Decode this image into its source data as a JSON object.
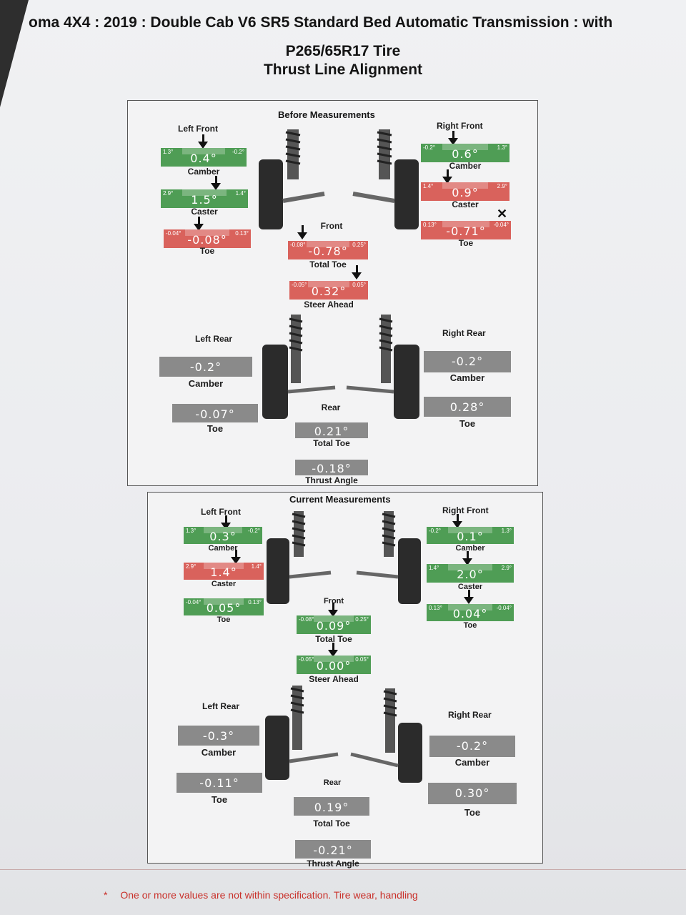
{
  "header": {
    "line1": "oma 4X4 : 2019 : Double Cab V6 SR5 Standard Bed Automatic Transmission : with",
    "line2": "P265/65R17 Tire",
    "line3": "Thrust Line Alignment"
  },
  "before": {
    "title": "Before Measurements",
    "front_label": "Front",
    "rear_label": "Rear",
    "left_front": {
      "title": "Left Front",
      "camber": {
        "label": "Camber",
        "value": "0.4°",
        "lo": "1.3°",
        "hi": "-0.2°",
        "status": "green"
      },
      "caster": {
        "label": "Caster",
        "value": "1.5°",
        "lo": "2.9°",
        "hi": "1.4°",
        "status": "green"
      },
      "toe": {
        "label": "Toe",
        "value": "-0.08°",
        "lo": "-0.04°",
        "hi": "0.13°",
        "status": "red"
      }
    },
    "right_front": {
      "title": "Right Front",
      "camber": {
        "label": "Camber",
        "value": "0.6°",
        "lo": "-0.2°",
        "hi": "1.3°",
        "status": "green"
      },
      "caster": {
        "label": "Caster",
        "value": "0.9°",
        "lo": "1.4°",
        "hi": "2.9°",
        "status": "red"
      },
      "toe": {
        "label": "Toe",
        "value": "-0.71°",
        "lo": "0.13°",
        "hi": "-0.04°",
        "status": "red"
      }
    },
    "total_toe_front": {
      "label": "Total Toe",
      "value": "-0.78°",
      "lo": "-0.08°",
      "hi": "0.25°",
      "status": "red"
    },
    "steer_ahead": {
      "label": "Steer Ahead",
      "value": "0.32°",
      "lo": "-0.05°",
      "hi": "0.05°",
      "status": "red"
    },
    "left_rear": {
      "title": "Left Rear",
      "camber": {
        "label": "Camber",
        "value": "-0.2°",
        "status": "gray"
      },
      "toe": {
        "label": "Toe",
        "value": "-0.07°",
        "status": "gray"
      }
    },
    "right_rear": {
      "title": "Right Rear",
      "camber": {
        "label": "Camber",
        "value": "-0.2°",
        "status": "gray"
      },
      "toe": {
        "label": "Toe",
        "value": "0.28°",
        "status": "gray"
      }
    },
    "total_toe_rear": {
      "label": "Total Toe",
      "value": "0.21°",
      "status": "gray"
    },
    "thrust_angle": {
      "label": "Thrust Angle",
      "value": "-0.18°",
      "status": "gray"
    }
  },
  "current": {
    "title": "Current Measurements",
    "front_label": "Front",
    "rear_label": "Rear",
    "left_front": {
      "title": "Left Front",
      "camber": {
        "label": "Camber",
        "value": "0.3°",
        "lo": "1.3°",
        "hi": "-0.2°",
        "status": "green"
      },
      "caster": {
        "label": "Caster",
        "value": "1.4°",
        "lo": "2.9°",
        "hi": "1.4°",
        "status": "red"
      },
      "toe": {
        "label": "Toe",
        "value": "0.05°",
        "lo": "-0.04°",
        "hi": "0.13°",
        "status": "green"
      }
    },
    "right_front": {
      "title": "Right Front",
      "camber": {
        "label": "Camber",
        "value": "0.1°",
        "lo": "-0.2°",
        "hi": "1.3°",
        "status": "green"
      },
      "caster": {
        "label": "Caster",
        "value": "2.0°",
        "lo": "1.4°",
        "hi": "2.9°",
        "status": "green"
      },
      "toe": {
        "label": "Toe",
        "value": "0.04°",
        "lo": "0.13°",
        "hi": "-0.04°",
        "status": "green"
      }
    },
    "total_toe_front": {
      "label": "Total Toe",
      "value": "0.09°",
      "lo": "-0.08°",
      "hi": "0.25°",
      "status": "green"
    },
    "steer_ahead": {
      "label": "Steer Ahead",
      "value": "0.00°",
      "lo": "-0.05°",
      "hi": "0.05°",
      "status": "green"
    },
    "left_rear": {
      "title": "Left Rear",
      "camber": {
        "label": "Camber",
        "value": "-0.3°",
        "status": "gray"
      },
      "toe": {
        "label": "Toe",
        "value": "-0.11°",
        "status": "gray"
      }
    },
    "right_rear": {
      "title": "Right Rear",
      "camber": {
        "label": "Camber",
        "value": "-0.2°",
        "status": "gray"
      },
      "toe": {
        "label": "Toe",
        "value": "0.30°",
        "status": "gray"
      }
    },
    "total_toe_rear": {
      "label": "Total Toe",
      "value": "0.19°",
      "status": "gray"
    },
    "thrust_angle": {
      "label": "Thrust Angle",
      "value": "-0.21°",
      "status": "gray"
    }
  },
  "footer": {
    "marker": "*",
    "text": "One or more values are not within specification.  Tire wear, handling"
  },
  "colors": {
    "green": "#4f9d55",
    "red": "#d9625c",
    "gray": "#8a8a8a"
  }
}
